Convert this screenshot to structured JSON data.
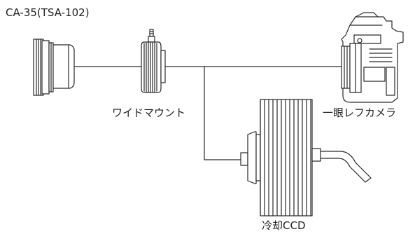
{
  "labels": {
    "adapter": "CA-35(TSA-102)",
    "wide_mount": "ワイドマウント",
    "slr_camera": "一眼レフカメラ",
    "cooled_ccd": "冷却CCD"
  },
  "colors": {
    "line": "#2a2a2a",
    "background": "#ffffff",
    "text": "#222222"
  }
}
